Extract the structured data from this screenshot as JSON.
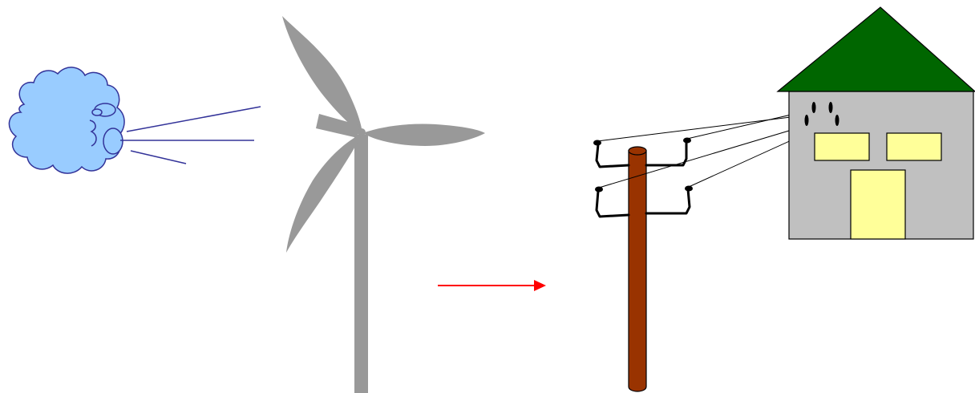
{
  "diagram": {
    "elements": [
      {
        "name": "wind-cloud",
        "icon": "blowing-cloud-icon"
      },
      {
        "name": "wind-turbine",
        "icon": "wind-turbine-icon"
      },
      {
        "name": "flow-arrow",
        "icon": "arrow-right-icon"
      },
      {
        "name": "utility-pole",
        "icon": "utility-pole-icon"
      },
      {
        "name": "house",
        "icon": "house-icon"
      }
    ],
    "colors": {
      "cloud_fill": "#99CCFF",
      "cloud_stroke": "#333399",
      "wind_lines": "#333399",
      "turbine": "#999999",
      "arrow": "#FF0000",
      "pole_fill": "#993300",
      "insulator": "#000000",
      "wires": "#000000",
      "roof": "#006600",
      "house_wall": "#C0C0C0",
      "window": "#FFFF99",
      "door": "#FFFF99",
      "background": "#FFFFFF"
    }
  }
}
